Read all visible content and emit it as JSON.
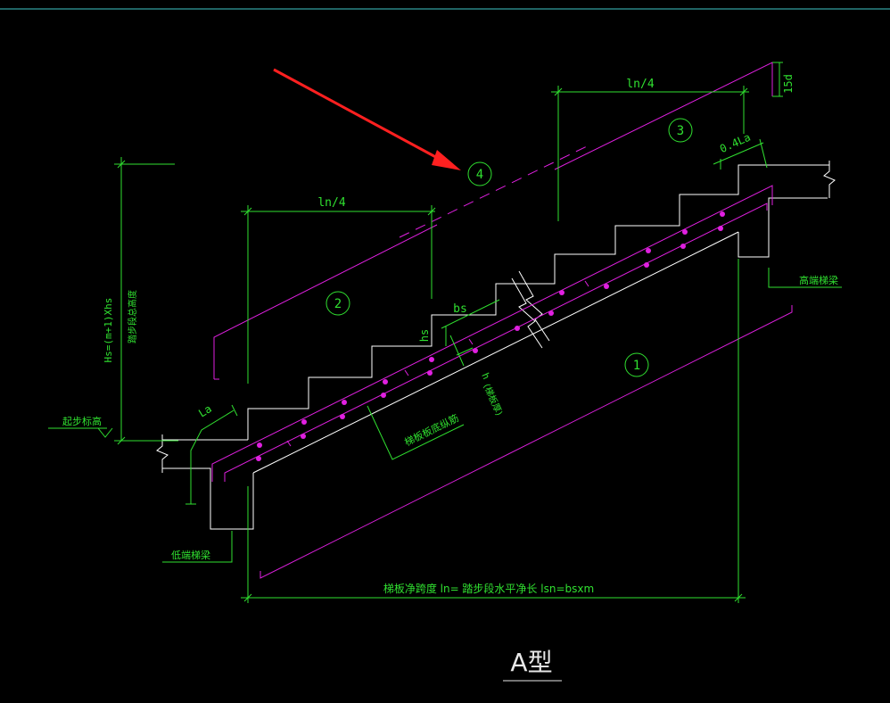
{
  "drawing": {
    "title": "A型",
    "colors": {
      "background": "#000000",
      "dimension": "#30e030",
      "rebar": "#e020e0",
      "outline": "#ffffff",
      "arrow": "#ff2020",
      "border": "#3fc7c7"
    },
    "labels": {
      "ln4_left": "ln/4",
      "ln4_right": "ln/4",
      "d15": "15d",
      "la04": "0.4La",
      "la": "La",
      "bs": "bs",
      "hs": "hs",
      "h": "h",
      "h_note": "(梯板厚)",
      "height_formula": "Hs=(m+1)Xhs",
      "height_note": "踏步段总高度",
      "start_elev": "起步标高",
      "low_beam": "低端梯梁",
      "high_beam": "高端梯梁",
      "bottom_bar_note": "梯板板底纵筋",
      "span_formula": "梯板净跨度 ln= 踏步段水平净长 lsn=bsxm"
    },
    "markers": {
      "m1": "1",
      "m2": "2",
      "m3": "3",
      "m4": "4"
    },
    "icons": [
      "red-arrow-icon",
      "break-line-icon"
    ]
  }
}
